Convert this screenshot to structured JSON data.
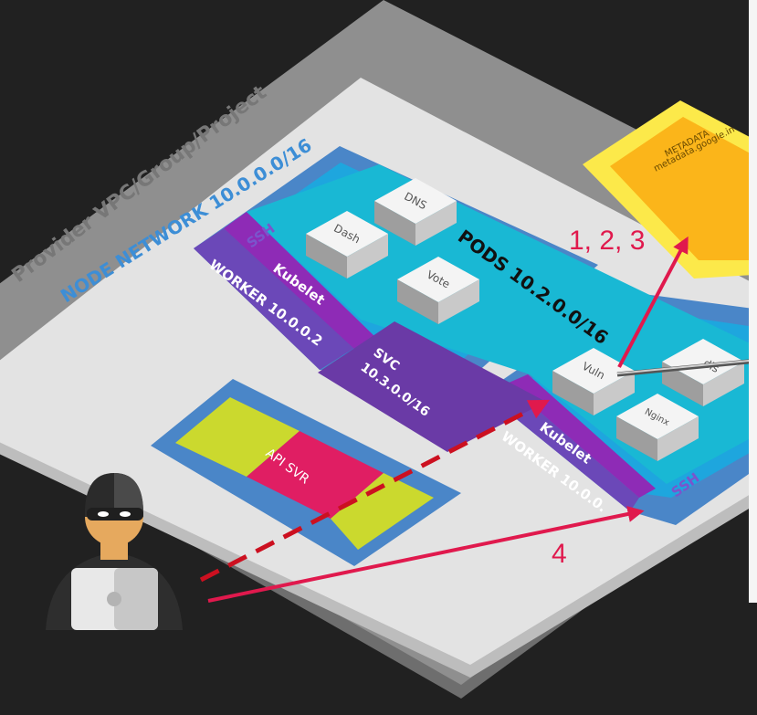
{
  "labels": {
    "provider": "Provider VPC/Group/Project",
    "node_network": "NODE NETWORK 10.0.0.0/16",
    "pods": "PODS 10.2.0.0/16",
    "svc_line1": "SVC",
    "svc_line2": "10.3.0.0/16",
    "ssh_left": "SSH",
    "ssh_right": "SSH",
    "kubelet_left": "Kubelet",
    "kubelet_right": "Kubelet",
    "worker_left": "WORKER 10.0.0.2",
    "worker_right": "WORKER 10.0.0.",
    "api_server": "API SVR",
    "metadata_line1": "METADATA",
    "metadata_line2": "metadata.google.in",
    "steps_123": "1, 2, 3",
    "step_4": "4"
  },
  "pods": {
    "dns": "DNS",
    "dash": "Dash",
    "vote": "Vote",
    "vuln": "Vuln",
    "redis": "dis",
    "nginx": "Nginx"
  },
  "colors": {
    "background": "#212121",
    "provider_shadow": "#717171",
    "provider_plane": "#8f8f8f",
    "node_plane": "#e2e2e2",
    "node_plane_edge": "#c4c4c4",
    "worker_frame": "#4a86c8",
    "worker_inner": "#1ea6de",
    "pods_plane": "#19b8d4",
    "kubelet": "#8e2bb6",
    "worker_label_band": "#6b48b8",
    "svc": "#6a3aa6",
    "api_frame": "#4a86c8",
    "api_yellow": "#cbd92e",
    "api_magenta": "#e01e63",
    "metadata_outer": "#fce94a",
    "metadata_inner": "#fbb51a",
    "arrow": "#e0194d",
    "pod_face": "#efefef"
  }
}
